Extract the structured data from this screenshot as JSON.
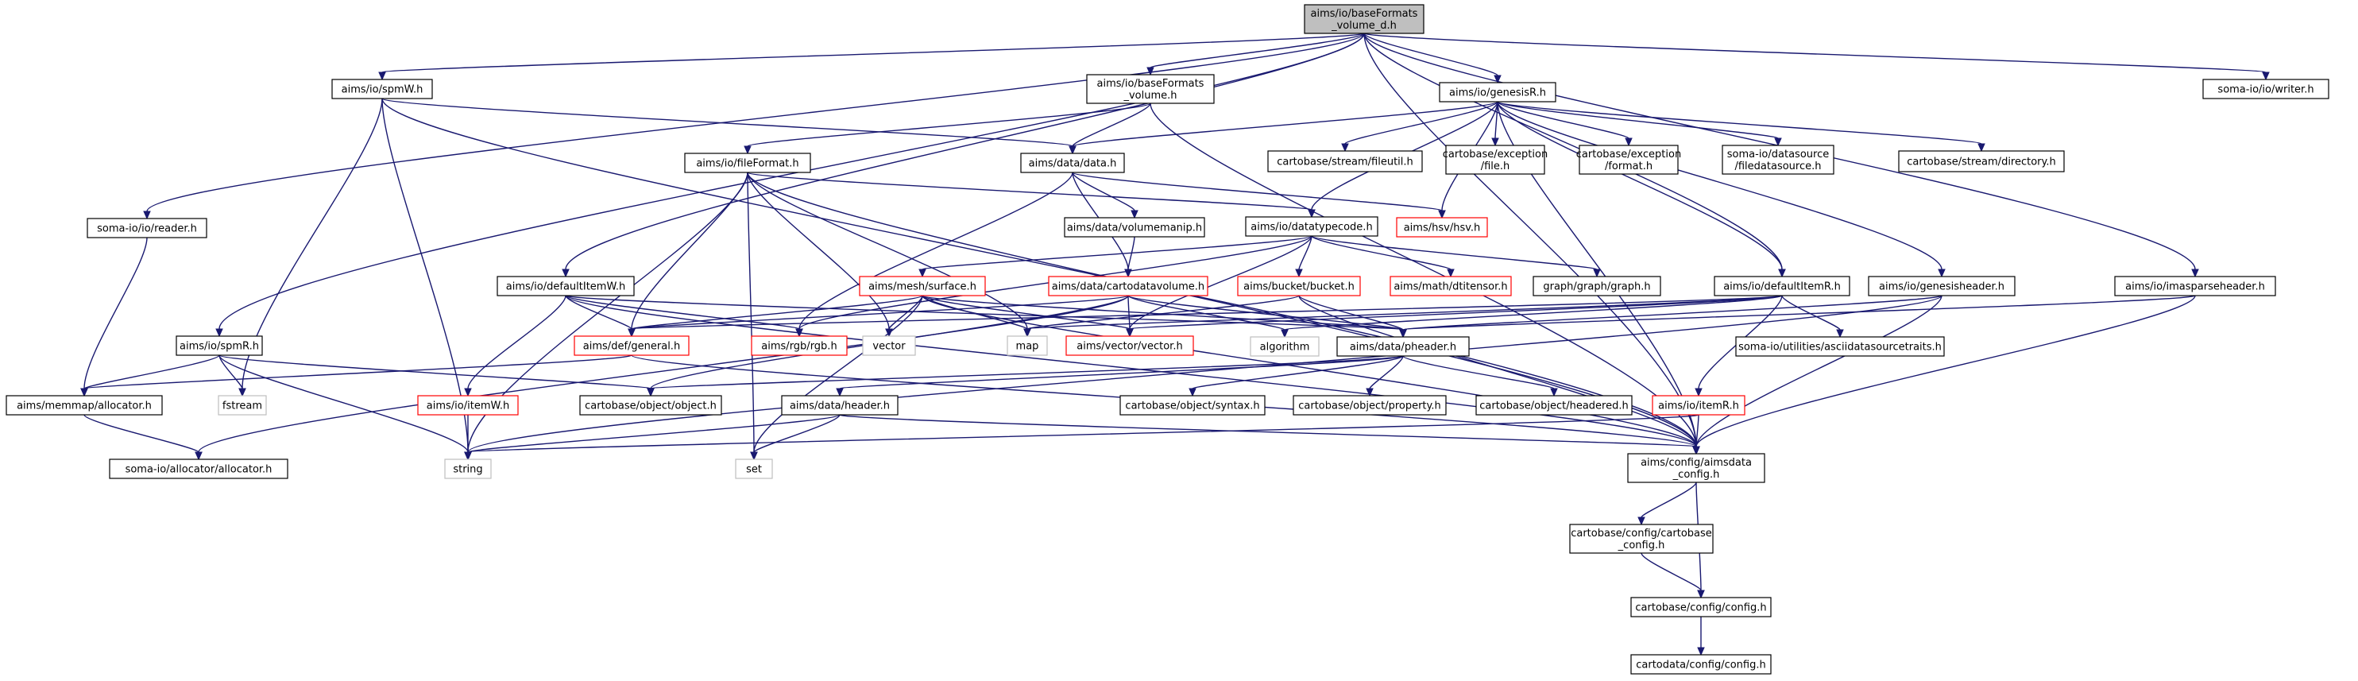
{
  "diagram": {
    "type": "include-dependency-graph",
    "colors": {
      "edge": "#191970",
      "root_fill": "#bfbfbf",
      "node_border": "#000000",
      "incomplete_border": "#ff0000",
      "external_border": "#bfbfbf"
    },
    "nodes": [
      {
        "id": "root",
        "label": [
          "aims/io/baseFormats",
          "_volume_d.h"
        ],
        "style": "root"
      },
      {
        "id": "spmW",
        "label": [
          "aims/io/spmW.h"
        ],
        "style": "normal"
      },
      {
        "id": "bfvol",
        "label": [
          "aims/io/baseFormats",
          "_volume.h"
        ],
        "style": "normal"
      },
      {
        "id": "genesisR",
        "label": [
          "aims/io/genesisR.h"
        ],
        "style": "normal"
      },
      {
        "id": "writer",
        "label": [
          "soma-io/io/writer.h"
        ],
        "style": "normal"
      },
      {
        "id": "fileFormat",
        "label": [
          "aims/io/fileFormat.h"
        ],
        "style": "normal"
      },
      {
        "id": "datah",
        "label": [
          "aims/data/data.h"
        ],
        "style": "normal"
      },
      {
        "id": "fileutil",
        "label": [
          "cartobase/stream/fileutil.h"
        ],
        "style": "normal"
      },
      {
        "id": "excfile",
        "label": [
          "cartobase/exception",
          "/file.h"
        ],
        "style": "normal"
      },
      {
        "id": "excformat",
        "label": [
          "cartobase/exception",
          "/format.h"
        ],
        "style": "normal"
      },
      {
        "id": "filedatasource",
        "label": [
          "soma-io/datasource",
          "/filedatasource.h"
        ],
        "style": "normal"
      },
      {
        "id": "directory",
        "label": [
          "cartobase/stream/directory.h"
        ],
        "style": "normal"
      },
      {
        "id": "reader",
        "label": [
          "soma-io/io/reader.h"
        ],
        "style": "normal"
      },
      {
        "id": "volumemanip",
        "label": [
          "aims/data/volumemanip.h"
        ],
        "style": "normal"
      },
      {
        "id": "datatypecode",
        "label": [
          "aims/io/datatypecode.h"
        ],
        "style": "normal"
      },
      {
        "id": "hsv",
        "label": [
          "aims/hsv/hsv.h"
        ],
        "style": "red"
      },
      {
        "id": "defaultItemW",
        "label": [
          "aims/io/defaultItemW.h"
        ],
        "style": "normal"
      },
      {
        "id": "surface",
        "label": [
          "aims/mesh/surface.h"
        ],
        "style": "red"
      },
      {
        "id": "cartodatavolume",
        "label": [
          "aims/data/cartodatavolume.h"
        ],
        "style": "red"
      },
      {
        "id": "bucket",
        "label": [
          "aims/bucket/bucket.h"
        ],
        "style": "red"
      },
      {
        "id": "dtitensor",
        "label": [
          "aims/math/dtitensor.h"
        ],
        "style": "red"
      },
      {
        "id": "graph",
        "label": [
          "graph/graph/graph.h"
        ],
        "style": "normal"
      },
      {
        "id": "defaultItemR",
        "label": [
          "aims/io/defaultItemR.h"
        ],
        "style": "normal"
      },
      {
        "id": "genesisheader",
        "label": [
          "aims/io/genesisheader.h"
        ],
        "style": "normal"
      },
      {
        "id": "imasparseheader",
        "label": [
          "aims/io/imasparseheader.h"
        ],
        "style": "normal"
      },
      {
        "id": "spmR",
        "label": [
          "aims/io/spmR.h"
        ],
        "style": "normal"
      },
      {
        "id": "general",
        "label": [
          "aims/def/general.h"
        ],
        "style": "red"
      },
      {
        "id": "rgb",
        "label": [
          "aims/rgb/rgb.h"
        ],
        "style": "red"
      },
      {
        "id": "vector",
        "label": [
          "vector"
        ],
        "style": "gray"
      },
      {
        "id": "map",
        "label": [
          "map"
        ],
        "style": "gray"
      },
      {
        "id": "vectorh",
        "label": [
          "aims/vector/vector.h"
        ],
        "style": "red"
      },
      {
        "id": "algorithm",
        "label": [
          "algorithm"
        ],
        "style": "gray"
      },
      {
        "id": "pheader",
        "label": [
          "aims/data/pheader.h"
        ],
        "style": "normal"
      },
      {
        "id": "asciids",
        "label": [
          "soma-io/utilities/asciidatasourcetraits.h"
        ],
        "style": "normal"
      },
      {
        "id": "memmap",
        "label": [
          "aims/memmap/allocator.h"
        ],
        "style": "normal"
      },
      {
        "id": "fstream",
        "label": [
          "fstream"
        ],
        "style": "gray"
      },
      {
        "id": "itemW",
        "label": [
          "aims/io/itemW.h"
        ],
        "style": "red"
      },
      {
        "id": "object",
        "label": [
          "cartobase/object/object.h"
        ],
        "style": "normal"
      },
      {
        "id": "header",
        "label": [
          "aims/data/header.h"
        ],
        "style": "normal"
      },
      {
        "id": "syntax",
        "label": [
          "cartobase/object/syntax.h"
        ],
        "style": "normal"
      },
      {
        "id": "property",
        "label": [
          "cartobase/object/property.h"
        ],
        "style": "normal"
      },
      {
        "id": "headered",
        "label": [
          "cartobase/object/headered.h"
        ],
        "style": "normal"
      },
      {
        "id": "itemR",
        "label": [
          "aims/io/itemR.h"
        ],
        "style": "red"
      },
      {
        "id": "somaalloc",
        "label": [
          "soma-io/allocator/allocator.h"
        ],
        "style": "normal"
      },
      {
        "id": "string",
        "label": [
          "string"
        ],
        "style": "gray"
      },
      {
        "id": "set",
        "label": [
          "set"
        ],
        "style": "gray"
      },
      {
        "id": "aimsdataconfig",
        "label": [
          "aims/config/aimsdata",
          "_config.h"
        ],
        "style": "normal"
      },
      {
        "id": "cbconfigcb",
        "label": [
          "cartobase/config/cartobase",
          "_config.h"
        ],
        "style": "normal"
      },
      {
        "id": "cbconfig",
        "label": [
          "cartobase/config/config.h"
        ],
        "style": "normal"
      },
      {
        "id": "cdconfig",
        "label": [
          "cartodata/config/config.h"
        ],
        "style": "normal"
      }
    ],
    "edges": [
      [
        "root",
        "spmW"
      ],
      [
        "root",
        "bfvol"
      ],
      [
        "root",
        "genesisR"
      ],
      [
        "root",
        "writer"
      ],
      [
        "root",
        "reader"
      ],
      [
        "root",
        "defaultItemW"
      ],
      [
        "root",
        "spmR"
      ],
      [
        "root",
        "defaultItemR"
      ],
      [
        "root",
        "imasparseheader"
      ],
      [
        "root",
        "aimsdataconfig"
      ],
      [
        "spmW",
        "datah"
      ],
      [
        "spmW",
        "string"
      ],
      [
        "spmW",
        "fstream"
      ],
      [
        "spmW",
        "aimsdataconfig"
      ],
      [
        "bfvol",
        "fileFormat"
      ],
      [
        "bfvol",
        "datah"
      ],
      [
        "bfvol",
        "aimsdataconfig"
      ],
      [
        "genesisR",
        "datah"
      ],
      [
        "genesisR",
        "fileutil"
      ],
      [
        "genesisR",
        "excfile"
      ],
      [
        "genesisR",
        "excformat"
      ],
      [
        "genesisR",
        "filedatasource"
      ],
      [
        "genesisR",
        "directory"
      ],
      [
        "genesisR",
        "datatypecode"
      ],
      [
        "genesisR",
        "genesisheader"
      ],
      [
        "genesisR",
        "defaultItemR"
      ],
      [
        "genesisR",
        "aimsdataconfig"
      ],
      [
        "genesisR",
        "hsv"
      ],
      [
        "fileFormat",
        "datatypecode"
      ],
      [
        "fileFormat",
        "general"
      ],
      [
        "fileFormat",
        "vector"
      ],
      [
        "fileFormat",
        "map"
      ],
      [
        "fileFormat",
        "string"
      ],
      [
        "fileFormat",
        "set"
      ],
      [
        "fileFormat",
        "aimsdataconfig"
      ],
      [
        "datah",
        "volumemanip"
      ],
      [
        "datah",
        "cartodatavolume"
      ],
      [
        "datah",
        "rgb"
      ],
      [
        "datah",
        "hsv"
      ],
      [
        "reader",
        "memmap"
      ],
      [
        "volumemanip",
        "cartodatavolume"
      ],
      [
        "datatypecode",
        "surface"
      ],
      [
        "datatypecode",
        "bucket"
      ],
      [
        "datatypecode",
        "dtitensor"
      ],
      [
        "datatypecode",
        "graph"
      ],
      [
        "datatypecode",
        "rgb"
      ],
      [
        "datatypecode",
        "vectorh"
      ],
      [
        "defaultItemW",
        "general"
      ],
      [
        "defaultItemW",
        "rgb"
      ],
      [
        "defaultItemW",
        "itemW"
      ],
      [
        "defaultItemW",
        "pheader"
      ],
      [
        "defaultItemW",
        "aimsdataconfig"
      ],
      [
        "surface",
        "general"
      ],
      [
        "surface",
        "vector"
      ],
      [
        "surface",
        "map"
      ],
      [
        "surface",
        "vectorh"
      ],
      [
        "surface",
        "set"
      ],
      [
        "surface",
        "pheader"
      ],
      [
        "surface",
        "aimsdataconfig"
      ],
      [
        "cartodatavolume",
        "general"
      ],
      [
        "cartodatavolume",
        "vectorh"
      ],
      [
        "cartodatavolume",
        "algorithm"
      ],
      [
        "cartodatavolume",
        "pheader"
      ],
      [
        "cartodatavolume",
        "somaalloc"
      ],
      [
        "cartodatavolume",
        "object"
      ],
      [
        "bucket",
        "pheader"
      ],
      [
        "bucket",
        "map"
      ],
      [
        "bucket",
        "aimsdataconfig"
      ],
      [
        "defaultItemR",
        "itemR"
      ],
      [
        "defaultItemR",
        "asciids"
      ],
      [
        "defaultItemR",
        "general"
      ],
      [
        "defaultItemR",
        "map"
      ],
      [
        "defaultItemR",
        "vectorh"
      ],
      [
        "defaultItemR",
        "algorithm"
      ],
      [
        "genesisheader",
        "pheader"
      ],
      [
        "genesisheader",
        "string"
      ],
      [
        "genesisheader",
        "aimsdataconfig"
      ],
      [
        "imasparseheader",
        "pheader"
      ],
      [
        "imasparseheader",
        "aimsdataconfig"
      ],
      [
        "spmR",
        "memmap"
      ],
      [
        "spmR",
        "fstream"
      ],
      [
        "spmR",
        "string"
      ],
      [
        "spmR",
        "object"
      ],
      [
        "general",
        "memmap"
      ],
      [
        "general",
        "aimsdataconfig"
      ],
      [
        "pheader",
        "header"
      ],
      [
        "pheader",
        "syntax"
      ],
      [
        "pheader",
        "property"
      ],
      [
        "pheader",
        "headered"
      ],
      [
        "pheader",
        "object"
      ],
      [
        "memmap",
        "somaalloc"
      ],
      [
        "itemW",
        "string"
      ],
      [
        "header",
        "string"
      ],
      [
        "header",
        "set"
      ],
      [
        "header",
        "aimsdataconfig"
      ],
      [
        "itemR",
        "string"
      ],
      [
        "itemR",
        "aimsdataconfig"
      ],
      [
        "aimsdataconfig",
        "cbconfigcb"
      ],
      [
        "aimsdataconfig",
        "cbconfig"
      ],
      [
        "cbconfigcb",
        "cbconfig"
      ],
      [
        "cbconfig",
        "cdconfig"
      ]
    ]
  }
}
